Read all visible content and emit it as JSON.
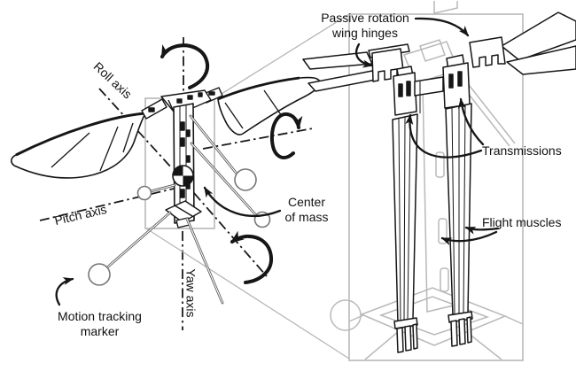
{
  "figure": {
    "type": "technical-diagram",
    "subject": "insect-scale flapping-wing robot with body axes and exploded detail view",
    "colors": {
      "background": "#ffffff",
      "ink": "#161616",
      "gray": "#b2b2b2"
    },
    "labels": {
      "roll_axis": "Roll axis",
      "pitch_axis": "Pitch axis",
      "yaw_axis": "Yaw axis",
      "center_of_mass": [
        "Center",
        "of mass"
      ],
      "motion_tracking_marker": [
        "Motion tracking",
        "marker"
      ],
      "passive_rotation_wing_hinges": [
        "Passive rotation",
        "wing hinges"
      ],
      "transmissions": "Transmissions",
      "flight_muscles": "Flight muscles"
    }
  }
}
